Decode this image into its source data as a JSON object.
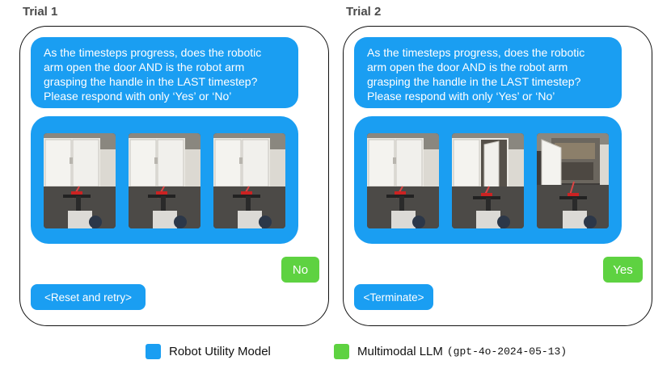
{
  "trials": [
    {
      "title": "Trial 1",
      "question_lines": [
        "As the timesteps progress, does the robotic",
        "arm open the door AND is the robot arm",
        "grasping the handle in the LAST timestep?",
        "Please respond with only ‘Yes’ or ‘No’"
      ],
      "answer": "No",
      "action": "<Reset and retry>"
    },
    {
      "title": "Trial 2",
      "question_lines": [
        "As the timesteps progress, does the robotic",
        "arm open the door AND is the robot arm",
        "grasping the handle in the LAST timestep?",
        "Please respond with only ‘Yes’ or ‘No’"
      ],
      "answer": "Yes",
      "action": "<Terminate>"
    }
  ],
  "legend": {
    "robot_utility_model": "Robot Utility Model",
    "multimodal_llm": "Multimodal LLM",
    "model_id": "(gpt-4o-2024-05-13)"
  },
  "colors": {
    "blue": "#1a9ef2",
    "green": "#5ed241"
  }
}
